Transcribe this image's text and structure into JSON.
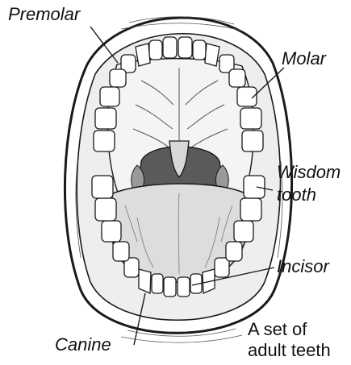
{
  "labels": {
    "premolar": "Premolar",
    "molar": "Molar",
    "wisdom_line1": "Wisdom",
    "wisdom_line2": "tooth",
    "incisor": "Incisor",
    "canine": "Canine"
  },
  "caption": {
    "line1": "A set of",
    "line2": "adult teeth"
  },
  "style": {
    "ink": "#1a1a1a",
    "gum_shade": "#dcdcdc",
    "tongue_shade": "#c8c8c8",
    "background": "#ffffff"
  }
}
